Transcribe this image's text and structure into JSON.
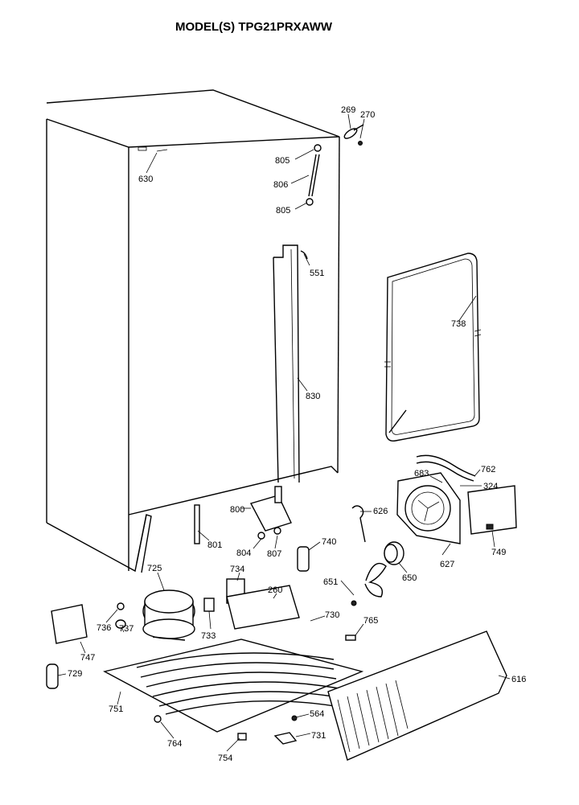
{
  "title": "MODEL(S) TPG21PRXAWW",
  "parts": {
    "p269": "269",
    "p270": "270",
    "p630": "630",
    "p805a": "805",
    "p806": "806",
    "p805b": "805",
    "p551": "551",
    "p738": "738",
    "p830": "830",
    "p683": "683",
    "p762": "762",
    "p324": "324",
    "p626": "626",
    "p749": "749",
    "p800": "800",
    "p801": "801",
    "p804": "804",
    "p807": "807",
    "p740": "740",
    "p627": "627",
    "p650": "650",
    "p651": "651",
    "p725": "725",
    "p734": "734",
    "p260": "260",
    "p765": "765",
    "p736": "736",
    "p737": "737",
    "p733": "733",
    "p730": "730",
    "p747": "747",
    "p616": "616",
    "p729": "729",
    "p751": "751",
    "p564": "564",
    "p764": "764",
    "p731": "731",
    "p754": "754"
  }
}
